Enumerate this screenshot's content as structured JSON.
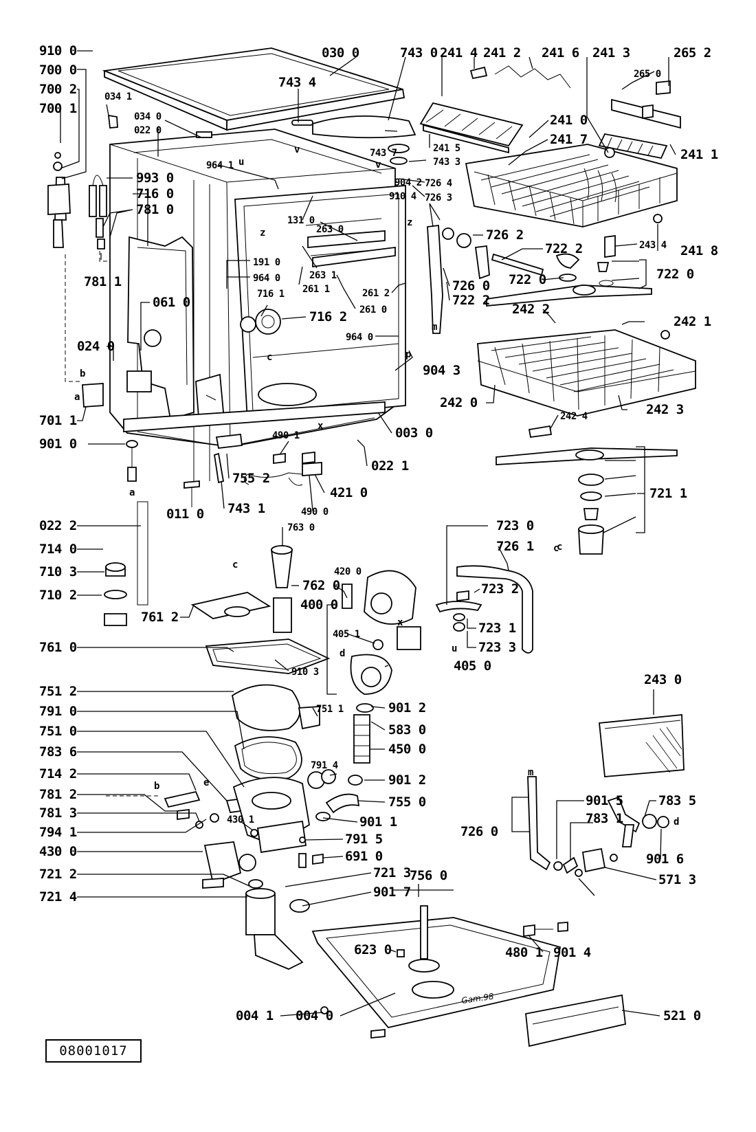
{
  "drawing_code": "08001017",
  "stamp": "Gam.98",
  "labels_left": [
    "910 0",
    "700 0",
    "700 2",
    "700 1",
    "034 1",
    "034 0",
    "022 0",
    "993 0",
    "716 0",
    "781 0",
    "781 1",
    "061 0",
    "024 0",
    "701 1",
    "901 0",
    "011 0",
    "022 2",
    "714 0",
    "710 3",
    "710 2",
    "761 2",
    "761 0",
    "751 2",
    "791 0",
    "751 0",
    "783 6",
    "714 2",
    "781 2",
    "781 3",
    "794 1",
    "430 0",
    "721 2",
    "721 4",
    "004 1",
    "004 0"
  ],
  "labels_center": [
    "030 0",
    "743 4",
    "964 1",
    "131 0",
    "263 0",
    "263 1",
    "261 1",
    "191 0",
    "964 0",
    "716 1",
    "716 2",
    "261 2",
    "261 0",
    "964 0",
    "904 3",
    "003 0",
    "022 1",
    "421 0",
    "490 1",
    "490 0",
    "755 2",
    "743 1",
    "763 0",
    "762 0",
    "420 0",
    "400 0",
    "405 1",
    "405 0",
    "910 3",
    "751 1",
    "901 2",
    "583 0",
    "450 0",
    "791 4",
    "901 2",
    "755 0",
    "901 1",
    "791 5",
    "691 0",
    "430 1",
    "721 3",
    "901 7",
    "756 0",
    "623 0",
    "904 2",
    "910 4"
  ],
  "labels_right": [
    "743 0",
    "241 4",
    "241 2",
    "241 6",
    "241 3",
    "265 2",
    "265 0",
    "241 0",
    "241 7",
    "241 5",
    "743 3",
    "743 7",
    "726 4",
    "726 3",
    "726 2",
    "241 1",
    "243 4",
    "241 8",
    "722 2",
    "722 0",
    "722 0",
    "726 0",
    "722 2",
    "242 2",
    "242 1",
    "242 0",
    "242 4",
    "242 3",
    "721 1",
    "723 0",
    "726 1",
    "723 2",
    "723 1",
    "723 3",
    "243 0",
    "901 5",
    "783 1",
    "783 5",
    "726 0",
    "901 6",
    "571 3",
    "480 1",
    "901 4",
    "521 0"
  ],
  "letter_markers": [
    "u",
    "v",
    "z",
    "z",
    "m",
    "c",
    "b",
    "a",
    "a",
    "x",
    "c",
    "c",
    "x",
    "d",
    "u",
    "v",
    "b",
    "e",
    "p",
    "c",
    "m",
    "d"
  ]
}
